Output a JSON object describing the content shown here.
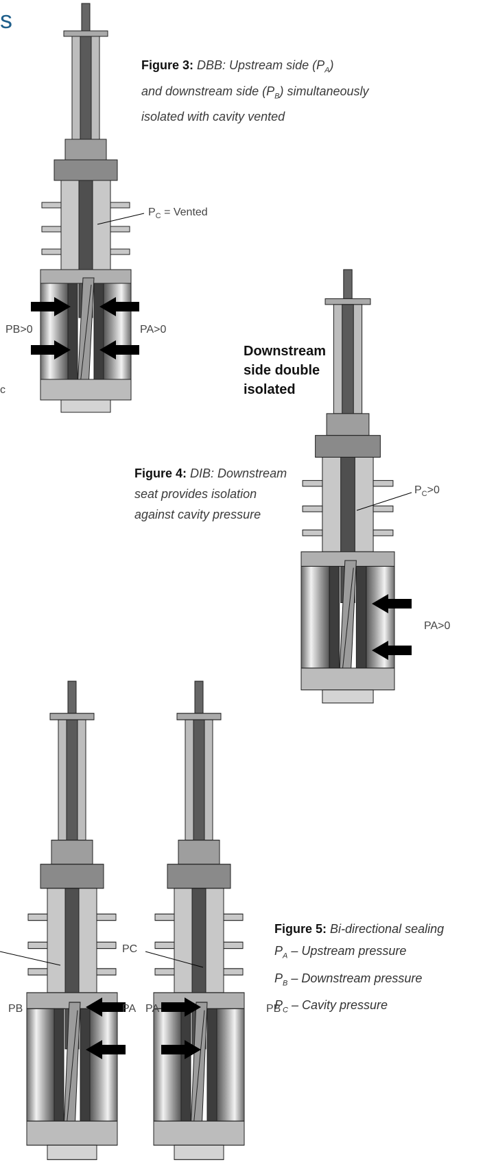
{
  "heading_fragment": "s",
  "edge_fragment": "c",
  "figure3": {
    "label": "Figure 3:",
    "line1_a": "DBB: Upstream side (P",
    "line1_sub": "A",
    "line1_b": ")",
    "line2_a": "and downstream side (P",
    "line2_sub": "B",
    "line2_b": ") simultaneously",
    "line3": "isolated with cavity vented",
    "pc_label": "P",
    "pc_sub": "C",
    "pc_rest": " = Vented",
    "pb_label": "PB>0",
    "pa_label": "PA>0"
  },
  "callout": {
    "line1": "Downstream",
    "line2": "side double",
    "line3": "isolated"
  },
  "figure4": {
    "label": "Figure 4:",
    "line1": "DIB: Downstream",
    "line2": "seat provides isolation",
    "line3": "against cavity pressure",
    "pc_label": "P",
    "pc_sub": "C",
    "pc_rest": ">0",
    "pa_label": "PA>0"
  },
  "figure5": {
    "label": "Figure 5:",
    "title": "Bi-directional sealing",
    "items": [
      {
        "sym": "P",
        "sub": "A",
        "text": " – Upstream pressure"
      },
      {
        "sym": "P",
        "sub": "B",
        "text": " – Downstream pressure"
      },
      {
        "sym": "P",
        "sub": "C",
        "text": " – Cavity pressure"
      }
    ],
    "left_pb": "PB",
    "left_pa": "PA",
    "right_pa": "PA",
    "right_pb": "PB",
    "right_pc": "PC"
  }
}
